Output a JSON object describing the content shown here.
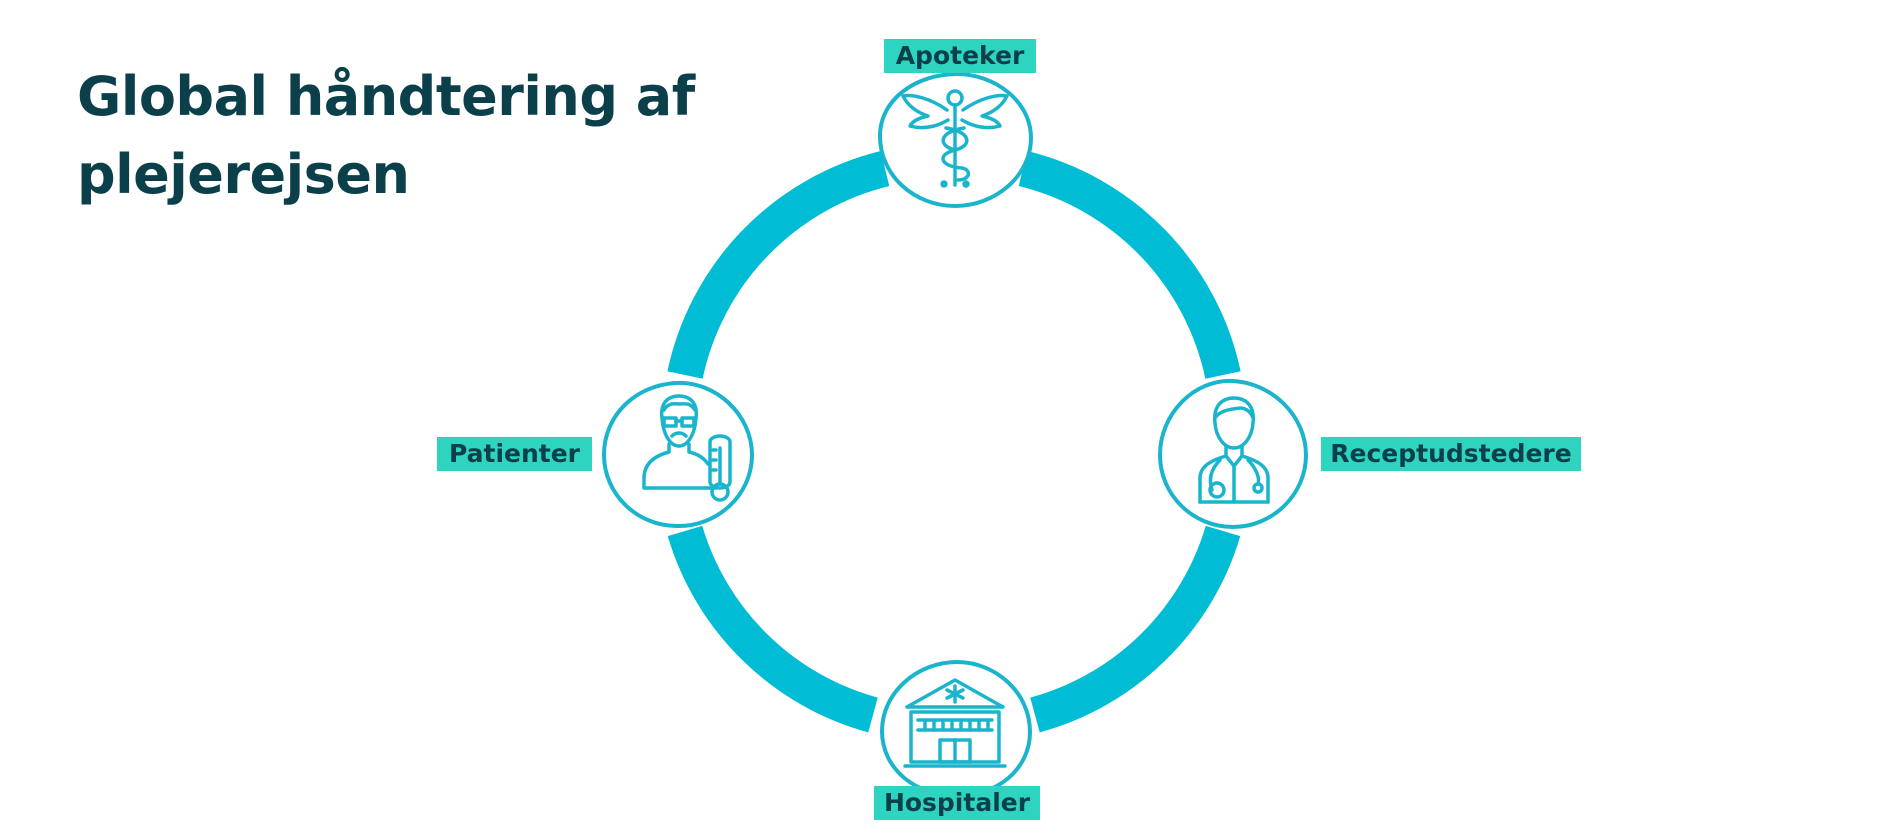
{
  "title": "Global håndtering af plejerejsen",
  "colors": {
    "ring": "#00bcd4",
    "label_bg": "#2dd4bf",
    "text_dark": "#0b3f4a",
    "icon_stroke": "#1ab5cc"
  },
  "nodes": [
    {
      "label": "Apoteker",
      "icon": "caduceus-icon"
    },
    {
      "label": "Receptudstedere",
      "icon": "doctor-icon"
    },
    {
      "label": "Hospitaler",
      "icon": "hospital-icon"
    },
    {
      "label": "Patienter",
      "icon": "patient-icon"
    }
  ]
}
